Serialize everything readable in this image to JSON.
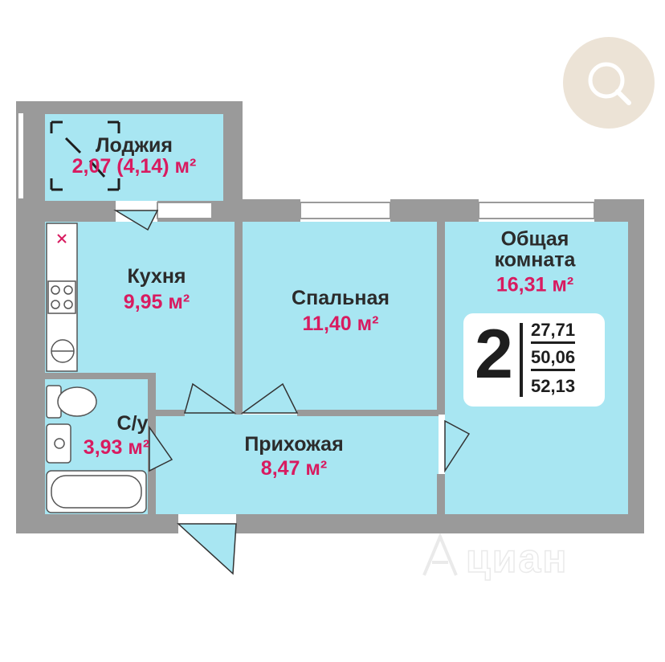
{
  "colors": {
    "wall": "#9a9a9a",
    "floor": "#a8e6f2",
    "area_text": "#d81b60",
    "name_text": "#2b2b2b",
    "button_bg": "#ece3d6"
  },
  "rooms": {
    "loggia": {
      "name": "Лоджия",
      "area": "2,07 (4,14) м²"
    },
    "kitchen": {
      "name": "Кухня",
      "area": "9,95 м²"
    },
    "bedroom": {
      "name": "Спальная",
      "area": "11,40 м²"
    },
    "living": {
      "name": "Общая\nкомната",
      "area": "16,31 м²"
    },
    "bathroom": {
      "name": "С/у",
      "area": "3,93 м²"
    },
    "hallway": {
      "name": "Прихожая",
      "area": "8,47 м²"
    }
  },
  "summary": {
    "rooms_count": "2",
    "living_area": "27,71",
    "total_area": "50,06",
    "total_with_loggia": "52,13"
  },
  "watermark": {
    "text": "циан"
  },
  "icons": {
    "zoom": "magnifier-icon",
    "watermark": "cian-logo-icon"
  }
}
